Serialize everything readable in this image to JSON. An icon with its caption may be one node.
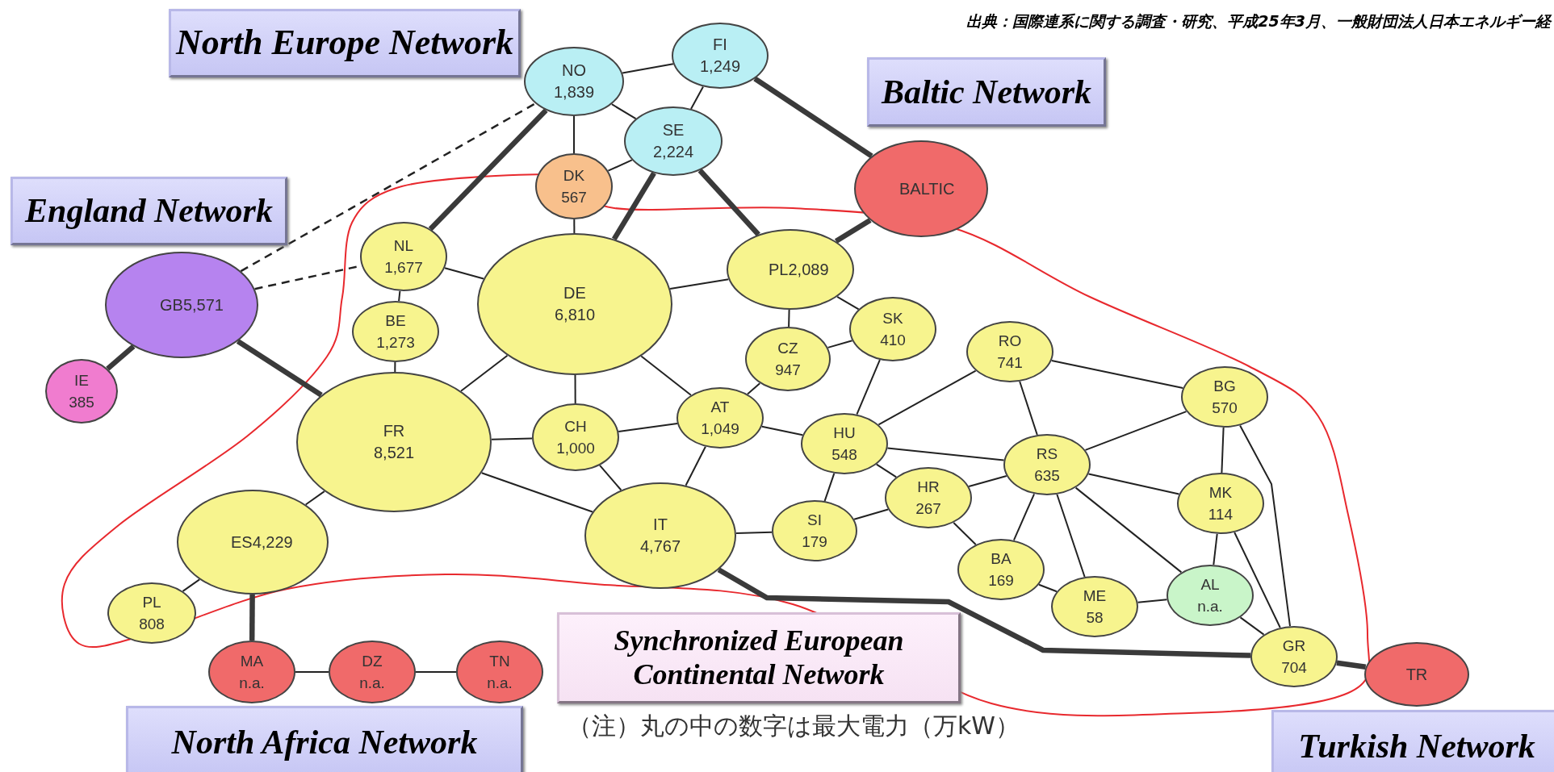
{
  "diagram": {
    "nodes": [
      {
        "text": [
          "North Europe Network"
        ]
      },
      {
        "text": [
          "England Network"
        ]
      },
      {
        "text": [
          "Baltic Network"
        ]
      },
      {
        "text": [
          "NO 1,839"
        ]
      },
      {
        "text": [
          "FI 1,249"
        ]
      },
      {
        "text": [
          "SE 2,224"
        ]
      },
      {
        "text": [
          "DK 567"
        ]
      },
      {
        "text": [
          "BALTIC"
        ]
      },
      {
        "text": [
          "GB5,571"
        ]
      },
      {
        "text": [
          "IE 385"
        ]
      },
      {
        "text": [
          "NL 1,677"
        ]
      },
      {
        "text": [
          "DE 6,810"
        ]
      },
      {
        "text": [
          "PL2,089"
        ]
      },
      {
        "text": [
          "BE 1,273"
        ]
      },
      {
        "text": [
          "CZ 947"
        ]
      },
      {
        "text": [
          "SK 410"
        ]
      },
      {
        "text": [
          "RO 741"
        ]
      },
      {
        "text": [
          "FR 8,521"
        ]
      },
      {
        "text": [
          "CH 1,000"
        ]
      },
      {
        "text": [
          "AT 1,049"
        ]
      },
      {
        "text": [
          "HU 548"
        ]
      },
      {
        "text": [
          "BG 570"
        ]
      },
      {
        "text": [
          "RS 635"
        ]
      },
      {
        "text": [
          "ES4,229"
        ]
      },
      {
        "text": [
          "IT 4,767"
        ]
      },
      {
        "text": [
          "SI 179"
        ]
      },
      {
        "text": [
          "HR 267"
        ]
      },
      {
        "text": [
          "MK 114"
        ]
      },
      {
        "text": [
          "BA 169"
        ]
      },
      {
        "text": [
          "ME 58"
        ]
      },
      {
        "text": [
          "AL n.a."
        ]
      },
      {
        "text": [
          "PL 808"
        ]
      },
      {
        "text": [
          "Synchronized European Continental Network"
        ]
      },
      {
        "text": [
          "GR 704"
        ]
      },
      {
        "text": [
          "TR"
        ]
      },
      {
        "text": [
          "MA n.a."
        ]
      },
      {
        "text": [
          "DZ n.a."
        ]
      },
      {
        "text": [
          "TN n.a."
        ]
      },
      {
        "text": [
          "North Africa Network"
        ]
      },
      {
        "text": [
          "Turkish Network"
        ]
      }
    ],
    "edges": [
      {
        "from": 3,
        "to": 4,
        "arrow": "none"
      },
      {
        "from": 3,
        "to": 5,
        "arrow": "none"
      },
      {
        "from": 3,
        "to": 6,
        "arrow": "none"
      },
      {
        "from": 3,
        "to": 10,
        "arrow": "none",
        "style": "thick"
      },
      {
        "from": 4,
        "to": 5,
        "arrow": "none"
      },
      {
        "from": 4,
        "to": 7,
        "arrow": "none",
        "style": "thick"
      },
      {
        "from": 5,
        "to": 6,
        "arrow": "none"
      },
      {
        "from": 5,
        "to": 11,
        "arrow": "none",
        "style": "thick"
      },
      {
        "from": 5,
        "to": 12,
        "arrow": "none",
        "style": "thick"
      },
      {
        "from": 6,
        "to": 11,
        "arrow": "none"
      },
      {
        "from": 8,
        "to": 3,
        "arrow": "none",
        "style": "dashed"
      },
      {
        "from": 8,
        "to": 10,
        "arrow": "none",
        "style": "dashed"
      },
      {
        "from": 8,
        "to": 9,
        "arrow": "none",
        "style": "thick"
      },
      {
        "from": 8,
        "to": 17,
        "arrow": "none",
        "style": "thick"
      },
      {
        "from": 10,
        "to": 11,
        "arrow": "none"
      },
      {
        "from": 10,
        "to": 13,
        "arrow": "none"
      },
      {
        "from": 13,
        "to": 17,
        "arrow": "none"
      },
      {
        "from": 11,
        "to": 17,
        "arrow": "none"
      },
      {
        "from": 11,
        "to": 18,
        "arrow": "none"
      },
      {
        "from": 11,
        "to": 19,
        "arrow": "none"
      },
      {
        "from": 11,
        "to": 12,
        "arrow": "none"
      },
      {
        "from": 12,
        "to": 7,
        "arrow": "none",
        "style": "thick"
      },
      {
        "from": 12,
        "to": 14,
        "arrow": "none"
      },
      {
        "from": 12,
        "to": 15,
        "arrow": "none"
      },
      {
        "from": 14,
        "to": 15,
        "arrow": "none"
      },
      {
        "from": 14,
        "to": 19,
        "arrow": "none"
      },
      {
        "from": 15,
        "to": 20,
        "arrow": "none"
      },
      {
        "from": 17,
        "to": 18,
        "arrow": "none"
      },
      {
        "from": 17,
        "to": 23,
        "arrow": "none"
      },
      {
        "from": 17,
        "to": 24,
        "arrow": "none"
      },
      {
        "from": 18,
        "to": 19,
        "arrow": "none"
      },
      {
        "from": 18,
        "to": 24,
        "arrow": "none"
      },
      {
        "from": 19,
        "to": 24,
        "arrow": "none"
      },
      {
        "from": 19,
        "to": 20,
        "arrow": "none"
      },
      {
        "from": 24,
        "to": 25,
        "arrow": "none"
      },
      {
        "from": 24,
        "to": 33,
        "arrow": "none",
        "style": "thick"
      },
      {
        "from": 20,
        "to": 16,
        "arrow": "none"
      },
      {
        "from": 20,
        "to": 22,
        "arrow": "none"
      },
      {
        "from": 20,
        "to": 26,
        "arrow": "none"
      },
      {
        "from": 20,
        "to": 25,
        "arrow": "none"
      },
      {
        "from": 25,
        "to": 26,
        "arrow": "none"
      },
      {
        "from": 26,
        "to": 22,
        "arrow": "none"
      },
      {
        "from": 26,
        "to": 28,
        "arrow": "none"
      },
      {
        "from": 16,
        "to": 21,
        "arrow": "none"
      },
      {
        "from": 16,
        "to": 22,
        "arrow": "none"
      },
      {
        "from": 22,
        "to": 21,
        "arrow": "none"
      },
      {
        "from": 22,
        "to": 27,
        "arrow": "none"
      },
      {
        "from": 22,
        "to": 28,
        "arrow": "none"
      },
      {
        "from": 22,
        "to": 29,
        "arrow": "none"
      },
      {
        "from": 22,
        "to": 30,
        "arrow": "none"
      },
      {
        "from": 21,
        "to": 27,
        "arrow": "none"
      },
      {
        "from": 21,
        "to": 33,
        "arrow": "none"
      },
      {
        "from": 27,
        "to": 30,
        "arrow": "none"
      },
      {
        "from": 27,
        "to": 33,
        "arrow": "none"
      },
      {
        "from": 30,
        "to": 33,
        "arrow": "none"
      },
      {
        "from": 28,
        "to": 29,
        "arrow": "none"
      },
      {
        "from": 29,
        "to": 30,
        "arrow": "none"
      },
      {
        "from": 33,
        "to": 34,
        "arrow": "none",
        "style": "thick"
      },
      {
        "from": 23,
        "to": 31,
        "arrow": "none"
      },
      {
        "from": 23,
        "to": 35,
        "arrow": "none",
        "style": "thick"
      },
      {
        "from": 35,
        "to": 36,
        "arrow": "none"
      },
      {
        "from": 36,
        "to": 37,
        "arrow": "none"
      }
    ],
    "labels": [
      "出典：国際連系に関する調査・研究、平成25年3月、一般財団法人日本エネルギー経",
      "（注）丸の中の数字は最大電力（万kW）"
    ]
  }
}
